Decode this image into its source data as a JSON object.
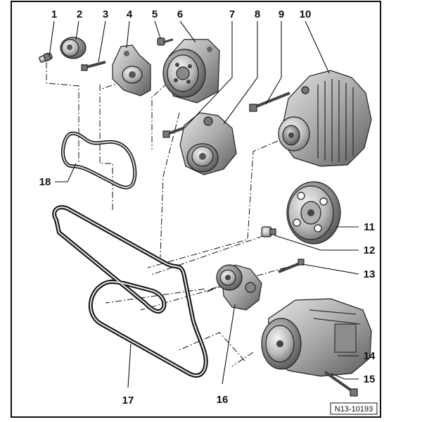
{
  "diagram": {
    "callouts": [
      {
        "id": "1",
        "label": "1"
      },
      {
        "id": "2",
        "label": "2"
      },
      {
        "id": "3",
        "label": "3"
      },
      {
        "id": "4",
        "label": "4"
      },
      {
        "id": "5",
        "label": "5"
      },
      {
        "id": "6",
        "label": "6"
      },
      {
        "id": "7",
        "label": "7"
      },
      {
        "id": "8",
        "label": "8"
      },
      {
        "id": "9",
        "label": "9"
      },
      {
        "id": "10",
        "label": "10"
      },
      {
        "id": "11",
        "label": "11"
      },
      {
        "id": "12",
        "label": "12"
      },
      {
        "id": "13",
        "label": "13"
      },
      {
        "id": "14",
        "label": "14"
      },
      {
        "id": "15",
        "label": "15"
      },
      {
        "id": "16",
        "label": "16"
      },
      {
        "id": "17",
        "label": "17"
      },
      {
        "id": "18",
        "label": "18"
      }
    ],
    "reference_code": "N13-10193"
  }
}
